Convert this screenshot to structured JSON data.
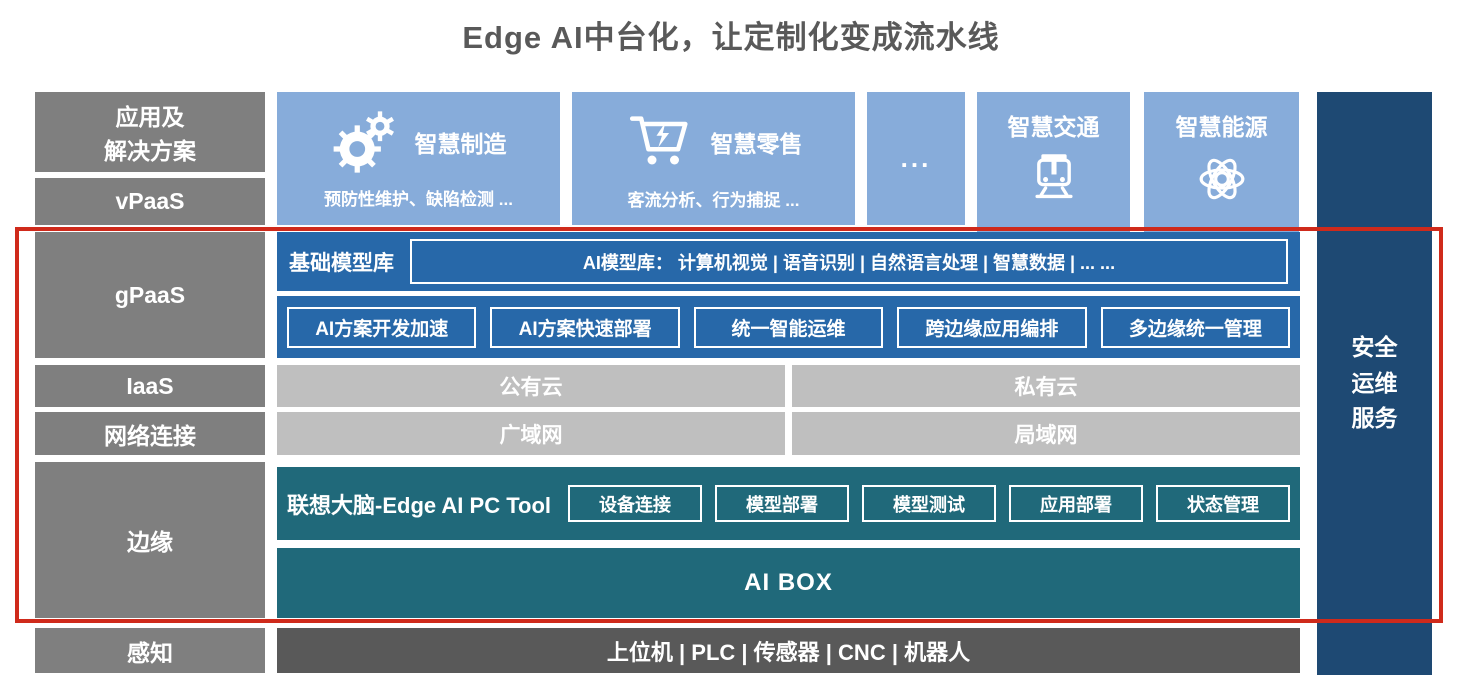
{
  "title": "Edge AI中台化，让定制化变成流水线",
  "colors": {
    "light_blue": "#87ACDA",
    "dark_blue": "#2768A9",
    "teal": "#20697A",
    "navy": "#1E4973",
    "gray_mid": "#7F7F7F",
    "gray_light": "#BFBFBF",
    "gray_dark": "#595959",
    "red": "#CF2A1B",
    "title_gray": "#595959"
  },
  "left_column": {
    "app_solutions": "应用及\n解决方案",
    "vpaas": "vPaaS",
    "gpaas": "gPaaS",
    "iaas": "IaaS",
    "network": "网络连接",
    "edge": "边缘",
    "perception": "感知"
  },
  "app_row": {
    "items": [
      {
        "title": "智慧制造",
        "subtitle": "预防性维护、缺陷检测 ...",
        "icon": "gears-icon"
      },
      {
        "title": "智慧零售",
        "subtitle": "客流分析、行为捕捉 ...",
        "icon": "cart-icon"
      },
      {
        "title": "...",
        "subtitle": "",
        "icon": "none"
      },
      {
        "title": "智慧交通",
        "subtitle": "",
        "icon": "tram-icon"
      },
      {
        "title": "智慧能源",
        "subtitle": "",
        "icon": "atom-icon"
      }
    ]
  },
  "gpaas": {
    "model_label": "基础模型库",
    "model_content": "AI模型库：  计算机视觉 | 语音识别 | 自然语言处理 | 智慧数据 | ... ...",
    "buttons": [
      "AI方案开发加速",
      "AI方案快速部署",
      "统一智能运维",
      "跨边缘应用编排",
      "多边缘统一管理"
    ]
  },
  "iaas_row": {
    "public_cloud": "公有云",
    "private_cloud": "私有云"
  },
  "network_row": {
    "wan": "广域网",
    "lan": "局域网"
  },
  "edge_band": {
    "tool_label": "联想大脑-Edge AI PC Tool",
    "tool_buttons": [
      "设备连接",
      "模型部署",
      "模型测试",
      "应用部署",
      "状态管理"
    ],
    "aibox_label": "AI BOX"
  },
  "perception_band": {
    "label": "上位机 | PLC | 传感器 | CNC | 机器人"
  },
  "right_column": {
    "label": "安全\n运维\n服务"
  }
}
